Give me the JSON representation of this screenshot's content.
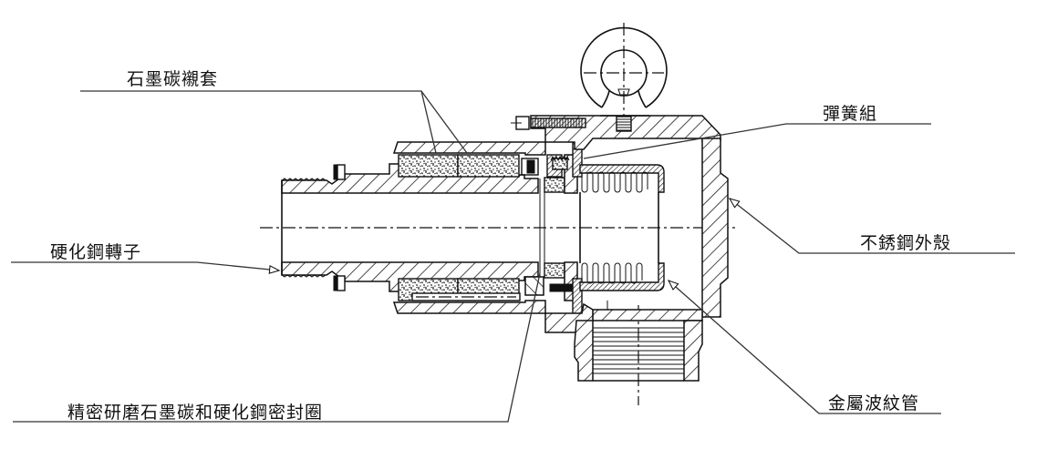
{
  "diagram": {
    "subject": "Rotary joint cross-section",
    "labels": {
      "graphite_sleeve": "石墨碳襯套",
      "spring_set": "彈簧組",
      "hardened_rotor": "硬化鋼轉子",
      "stainless_housing": "不銹鋼外殼",
      "seal_ring": "精密研磨石墨碳和硬化鋼密封圈",
      "metal_bellows": "金屬波紋管"
    },
    "colors": {
      "line": "#111111",
      "leader": "#333333",
      "background": "#ffffff"
    }
  }
}
